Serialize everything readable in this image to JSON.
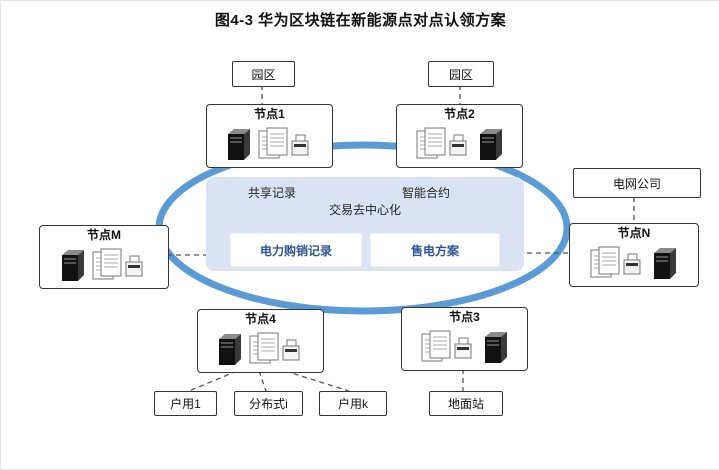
{
  "title": "图4-3 华为区块链在新能源点对点认领方案",
  "center_panel": {
    "shared_record_label": "共享记录",
    "smart_contract_label": "智能合约",
    "decentralized_label": "交易去中心化",
    "purchase_record_box": "电力购销记录",
    "sale_plan_box": "售电方案"
  },
  "nodes": [
    {
      "label": "节点1"
    },
    {
      "label": "节点2"
    },
    {
      "label": "节点M"
    },
    {
      "label": "节点N"
    },
    {
      "label": "节点4"
    },
    {
      "label": "节点3"
    }
  ],
  "externals": [
    {
      "label": "园区"
    },
    {
      "label": "园区"
    },
    {
      "label": "电网公司"
    },
    {
      "label": "户用1"
    },
    {
      "label": "分布式i"
    },
    {
      "label": "户用k"
    },
    {
      "label": "地面站"
    }
  ],
  "colors": {
    "ring_blue": "#5b9bd5",
    "panel_fill": "#dae3f3",
    "accent_text_blue": "#2f5597"
  }
}
